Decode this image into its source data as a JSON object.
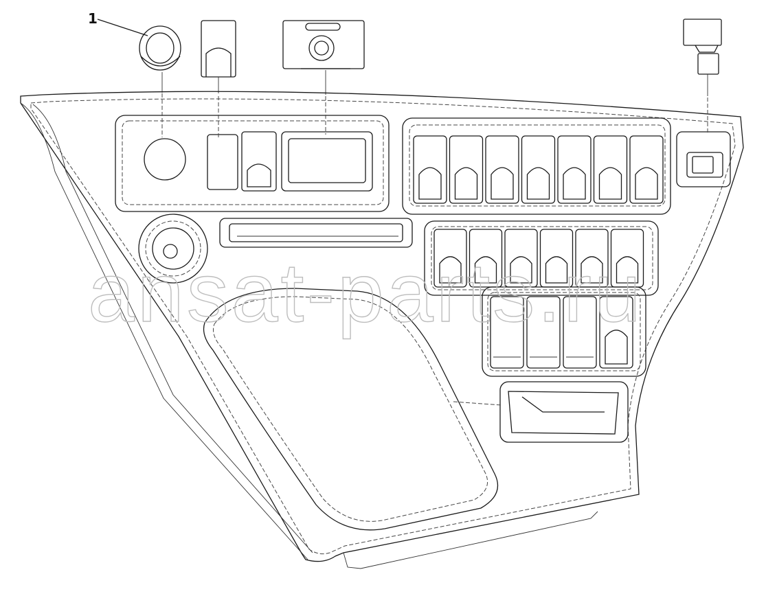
{
  "diagram": {
    "callouts": [
      {
        "number": "1",
        "target": "round-knob-cap"
      }
    ],
    "watermark": "ansat-parts.ru"
  }
}
